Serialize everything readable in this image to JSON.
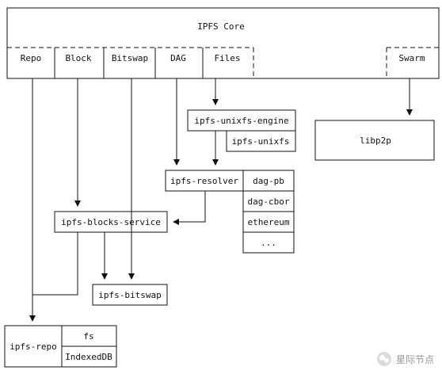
{
  "ipfs_core": {
    "title": "IPFS Core",
    "modules": {
      "repo": "Repo",
      "block": "Block",
      "bitswap": "Bitswap",
      "dag": "DAG",
      "files": "Files",
      "swarm": "Swarm"
    }
  },
  "libraries": {
    "unixfs_engine": "ipfs-unixfs-engine",
    "unixfs": "ipfs-unixfs",
    "libp2p": "libp2p",
    "resolver": "ipfs-resolver",
    "blocks_service": "ipfs-blocks-service",
    "bitswap": "ipfs-bitswap",
    "repo": "ipfs-repo"
  },
  "resolver_formats": [
    "dag-pb",
    "dag-cbor",
    "ethereum",
    "..."
  ],
  "repo_backends": [
    "fs",
    "IndexedDB"
  ],
  "watermark": {
    "text": "星际节点"
  },
  "icons": {
    "watermark": "wechat-logo-icon"
  }
}
